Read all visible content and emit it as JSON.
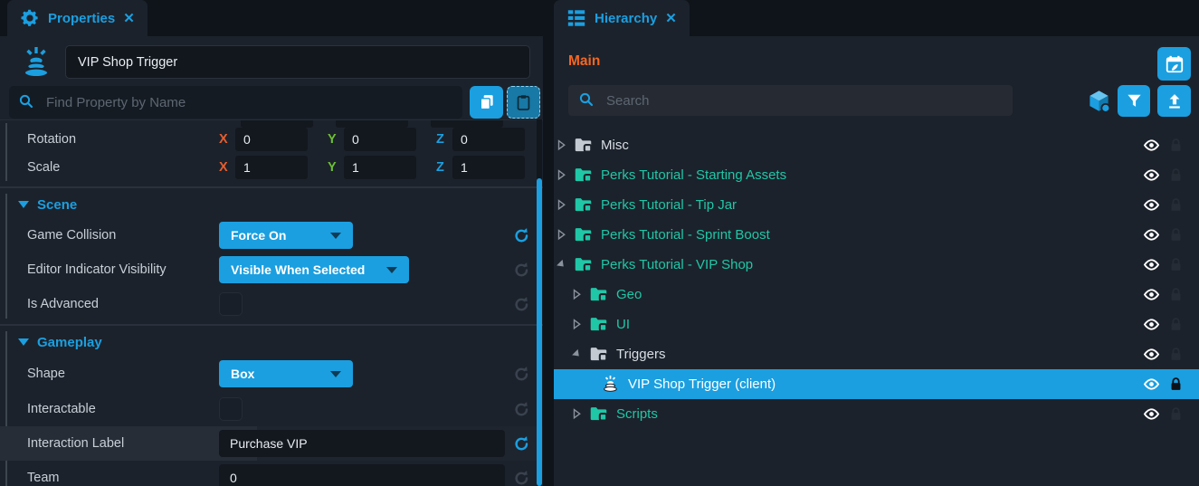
{
  "colors": {
    "accent_blue": "#1b9fe0",
    "folder_teal": "#1fc7a7",
    "scene_orange": "#f26722",
    "axis_x_orange": "#e85d2d",
    "axis_y_green": "#6cc034",
    "axis_z_blue": "#1b9fe0",
    "selected_row": "#1b9fe0"
  },
  "icons": {
    "gear": "gear-icon",
    "list": "hierarchy-list-icon",
    "close": "✕",
    "search": "magnifier",
    "copy": "copy-pages",
    "paste": "clipboard",
    "reset": "undo-circular-arrow",
    "trigger": "trigger-beacon",
    "folder": "folder-with-badge",
    "eye": "visibility-eye",
    "lock": "padlock",
    "cube": "3d-cube",
    "filter": "funnel",
    "upload": "arrow-up",
    "scene_events": "calendar-rocket"
  },
  "properties_panel": {
    "tab_label": "Properties",
    "tab_close": "✕",
    "object_name": "VIP Shop Trigger",
    "find_placeholder": "Find Property by Name",
    "axis": {
      "x": "X",
      "y": "Y",
      "z": "Z"
    },
    "rotation": {
      "label": "Rotation",
      "x": "0",
      "y": "0",
      "z": "0"
    },
    "scale": {
      "label": "Scale",
      "x": "1",
      "y": "1",
      "z": "1"
    },
    "scene_section": {
      "title": "Scene",
      "game_collision_label": "Game Collision",
      "game_collision_value": "Force On",
      "indicator_label": "Editor Indicator Visibility",
      "indicator_value": "Visible When Selected",
      "is_advanced_label": "Is Advanced"
    },
    "gameplay_section": {
      "title": "Gameplay",
      "shape_label": "Shape",
      "shape_value": "Box",
      "interactable_label": "Interactable",
      "interaction_label_label": "Interaction Label",
      "interaction_label_value": "Purchase VIP",
      "team_label": "Team",
      "team_value": "0"
    }
  },
  "hierarchy_panel": {
    "tab_label": "Hierarchy",
    "tab_close": "✕",
    "scene_name": "Main",
    "search_placeholder": "Search",
    "tree": [
      {
        "label": "Misc",
        "level": 0,
        "state": "collapsed",
        "style": "white",
        "selected": false
      },
      {
        "label": "Perks Tutorial - Starting Assets",
        "level": 0,
        "state": "collapsed",
        "style": "teal",
        "selected": false
      },
      {
        "label": "Perks Tutorial - Tip Jar",
        "level": 0,
        "state": "collapsed",
        "style": "teal",
        "selected": false
      },
      {
        "label": "Perks Tutorial - Sprint Boost",
        "level": 0,
        "state": "collapsed",
        "style": "teal",
        "selected": false
      },
      {
        "label": "Perks Tutorial - VIP Shop",
        "level": 0,
        "state": "expanded",
        "style": "teal",
        "selected": false
      },
      {
        "label": "Geo",
        "level": 1,
        "state": "collapsed",
        "style": "teal",
        "selected": false
      },
      {
        "label": "UI",
        "level": 1,
        "state": "collapsed",
        "style": "teal",
        "selected": false
      },
      {
        "label": "Triggers",
        "level": 1,
        "state": "expanded",
        "style": "white",
        "selected": false
      },
      {
        "label": "VIP Shop Trigger (client)",
        "level": 2,
        "state": "leaf",
        "style": "white",
        "selected": true
      },
      {
        "label": "Scripts",
        "level": 1,
        "state": "collapsed",
        "style": "teal",
        "selected": false
      }
    ]
  }
}
